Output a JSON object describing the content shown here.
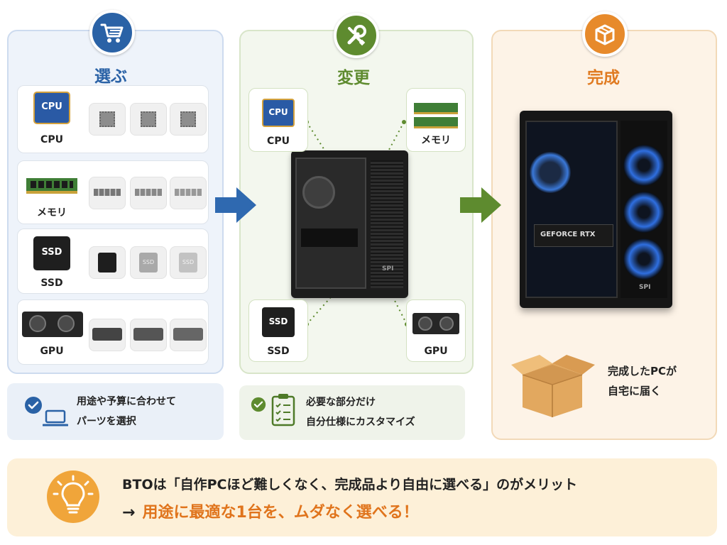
{
  "steps": [
    {
      "title": "選ぶ",
      "color": "#2a62a6",
      "icon": "shopping-cart-icon"
    },
    {
      "title": "変更",
      "color": "#5e8b2f",
      "icon": "wrench-icon"
    },
    {
      "title": "完成",
      "color": "#e78a2b",
      "icon": "box-icon"
    }
  ],
  "select": {
    "rows": [
      {
        "label": "CPU",
        "chip_text": "CPU"
      },
      {
        "label": "メモリ"
      },
      {
        "label": "SSD",
        "chip_text": "SSD",
        "thumb_texts": [
          "SSD",
          "SSD"
        ]
      },
      {
        "label": "GPU"
      }
    ],
    "note": {
      "line1": "用途や予算に合わせて",
      "line2": "パーツを選択"
    }
  },
  "change": {
    "parts": [
      {
        "label": "CPU",
        "chip_text": "CPU"
      },
      {
        "label": "メモリ"
      },
      {
        "label": "SSD",
        "chip_text": "SSD"
      },
      {
        "label": "GPU"
      }
    ],
    "case_logo": "SPI",
    "note": {
      "line1": "必要な部分だけ",
      "line2": "自分仕様にカスタマイズ"
    }
  },
  "done": {
    "gpu_text": "GEFORCE RTX",
    "case_logo": "SPI",
    "delivery": {
      "line1": "完成したPCが",
      "line2": "自宅に届く"
    }
  },
  "banner": {
    "line1": "BTOは「自作PCほど難しくなく、完成品より自由に選べる」のがメリット",
    "arrow": "→",
    "line2": "用途に最適な1台を、ムダなく選べる！"
  }
}
